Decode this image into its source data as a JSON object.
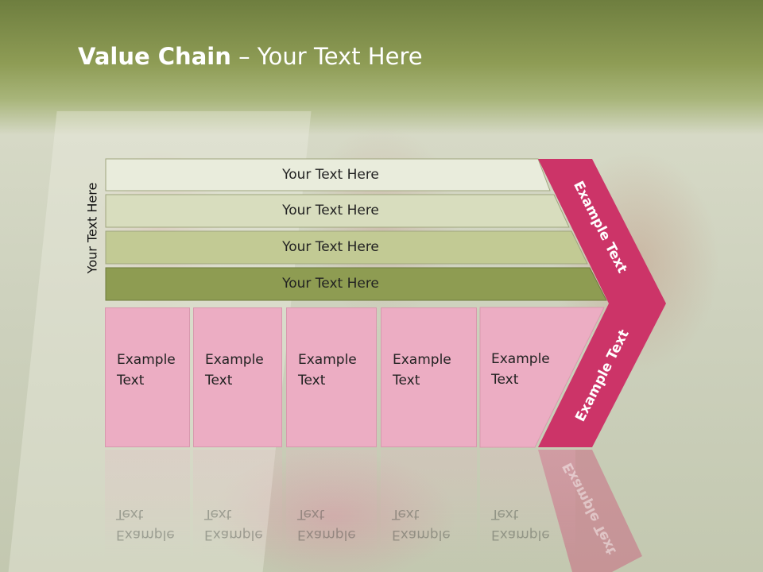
{
  "slide": {
    "title_bold": "Value Chain",
    "title_rest": " – Your Text Here",
    "side_label": "Your Text Here",
    "bands": [
      {
        "label": "Your Text Here",
        "color": "#e9ecdc"
      },
      {
        "label": "Your Text Here",
        "color": "#d8ddbe"
      },
      {
        "label": "Your Text Here",
        "color": "#c2ca94"
      },
      {
        "label": "Your Text Here",
        "color": "#8e9c52"
      }
    ],
    "boxes": [
      "Example\nText",
      "Example\nText",
      "Example\nText",
      "Example\nText",
      "Example\nText"
    ],
    "chevron": {
      "upper_label": "Example Text",
      "lower_label": "Example Text",
      "color": "#cc3468"
    },
    "colors": {
      "box_fill": "#ecadc3",
      "header_green": "#7a8a45"
    }
  }
}
